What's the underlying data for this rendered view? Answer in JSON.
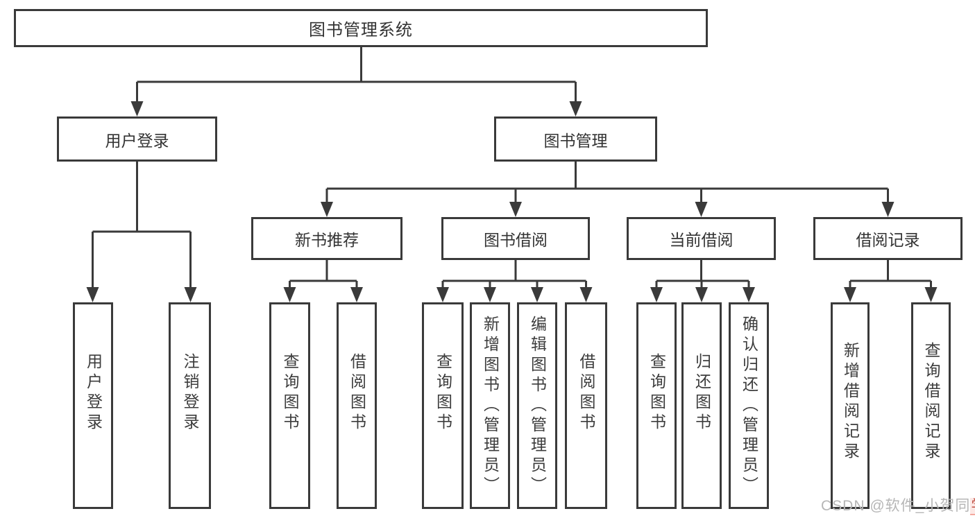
{
  "diagram_title": "图书管理系统",
  "nodes": {
    "root": "图书管理系统",
    "user_login": "用户登录",
    "book_management": "图书管理",
    "new_book_rec": "新书推荐",
    "book_borrowing": "图书借阅",
    "current_borrowing": "当前借阅",
    "borrowing_records": "借阅记录"
  },
  "leaves": {
    "user_login": [
      "用户登录",
      "注销登录"
    ],
    "new_book_rec": [
      "查询图书",
      "借阅图书"
    ],
    "book_borrowing": [
      "查询图书",
      "新增图书（管理员）",
      "编辑图书（管理员）",
      "借阅图书"
    ],
    "current_borrowing": [
      "查询图书",
      "归还图书",
      "确认归还（管理员）"
    ],
    "borrowing_records": [
      "新增借阅记录",
      "查询借阅记录"
    ]
  },
  "watermark": {
    "prefix": "CSDN @软件_小贺同",
    "accent": "学"
  },
  "colors": {
    "line": "#3a3a3a",
    "text": "#333333",
    "background": "#ffffff",
    "watermark_gray": "#b6b6b6",
    "watermark_red": "#bf4f43"
  }
}
